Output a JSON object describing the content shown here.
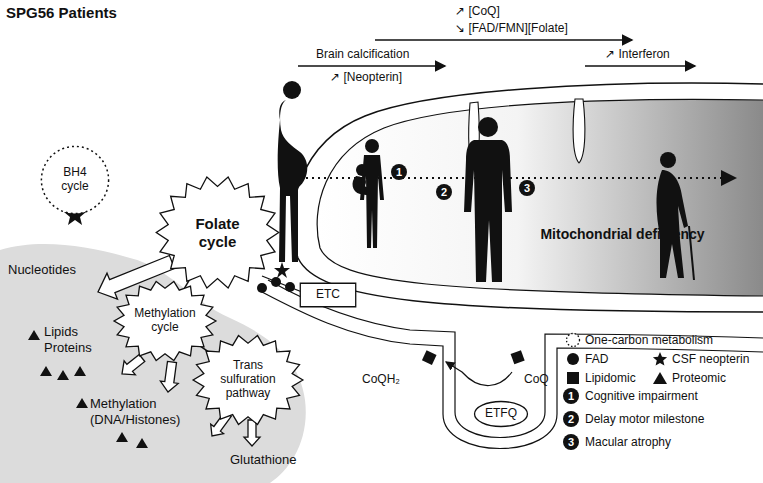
{
  "diagram": {
    "title": "SPG56 Patients",
    "nodes": [
      {
        "text": [
          "BH4 cycle"
        ]
      },
      {
        "text": [
          "Folate cycle"
        ]
      },
      {
        "text": [
          "Methylation cycle"
        ]
      },
      {
        "text": [
          "Trans sulfuration pathway"
        ]
      },
      {
        "text": [
          "Mitochondrial deficiency"
        ]
      },
      {
        "text": [
          "ETC"
        ]
      },
      {
        "text": [
          "ETFQ"
        ]
      }
    ],
    "edges": [
      {
        "from": 1,
        "to": 2,
        "arrow": "none"
      },
      {
        "from": 2,
        "to": 3,
        "arrow": "none"
      }
    ],
    "labels": [
      "↗ [CoQ]",
      "↘ [FAD/FMN][Folate]",
      "Brain calcification",
      "↗ [Neopterin]",
      "↗ Interferon",
      "1",
      "2",
      "3",
      "Nucleotides",
      "Lipids Proteins",
      "Methylation (DNA/Histones)",
      "Glutathione",
      "CoQH₂",
      "CoQ",
      "1",
      "2",
      "3"
    ],
    "legend": [
      {
        "text": "One-carbon metabolism"
      },
      {
        "text": "FAD"
      },
      {
        "text": "CSF neopterin"
      },
      {
        "text": "Lipidomic"
      },
      {
        "text": "Proteomic"
      },
      {
        "text": "Cognitive impairment"
      },
      {
        "text": "Delay motor milestone"
      },
      {
        "text": "Macular atrophy"
      }
    ]
  }
}
